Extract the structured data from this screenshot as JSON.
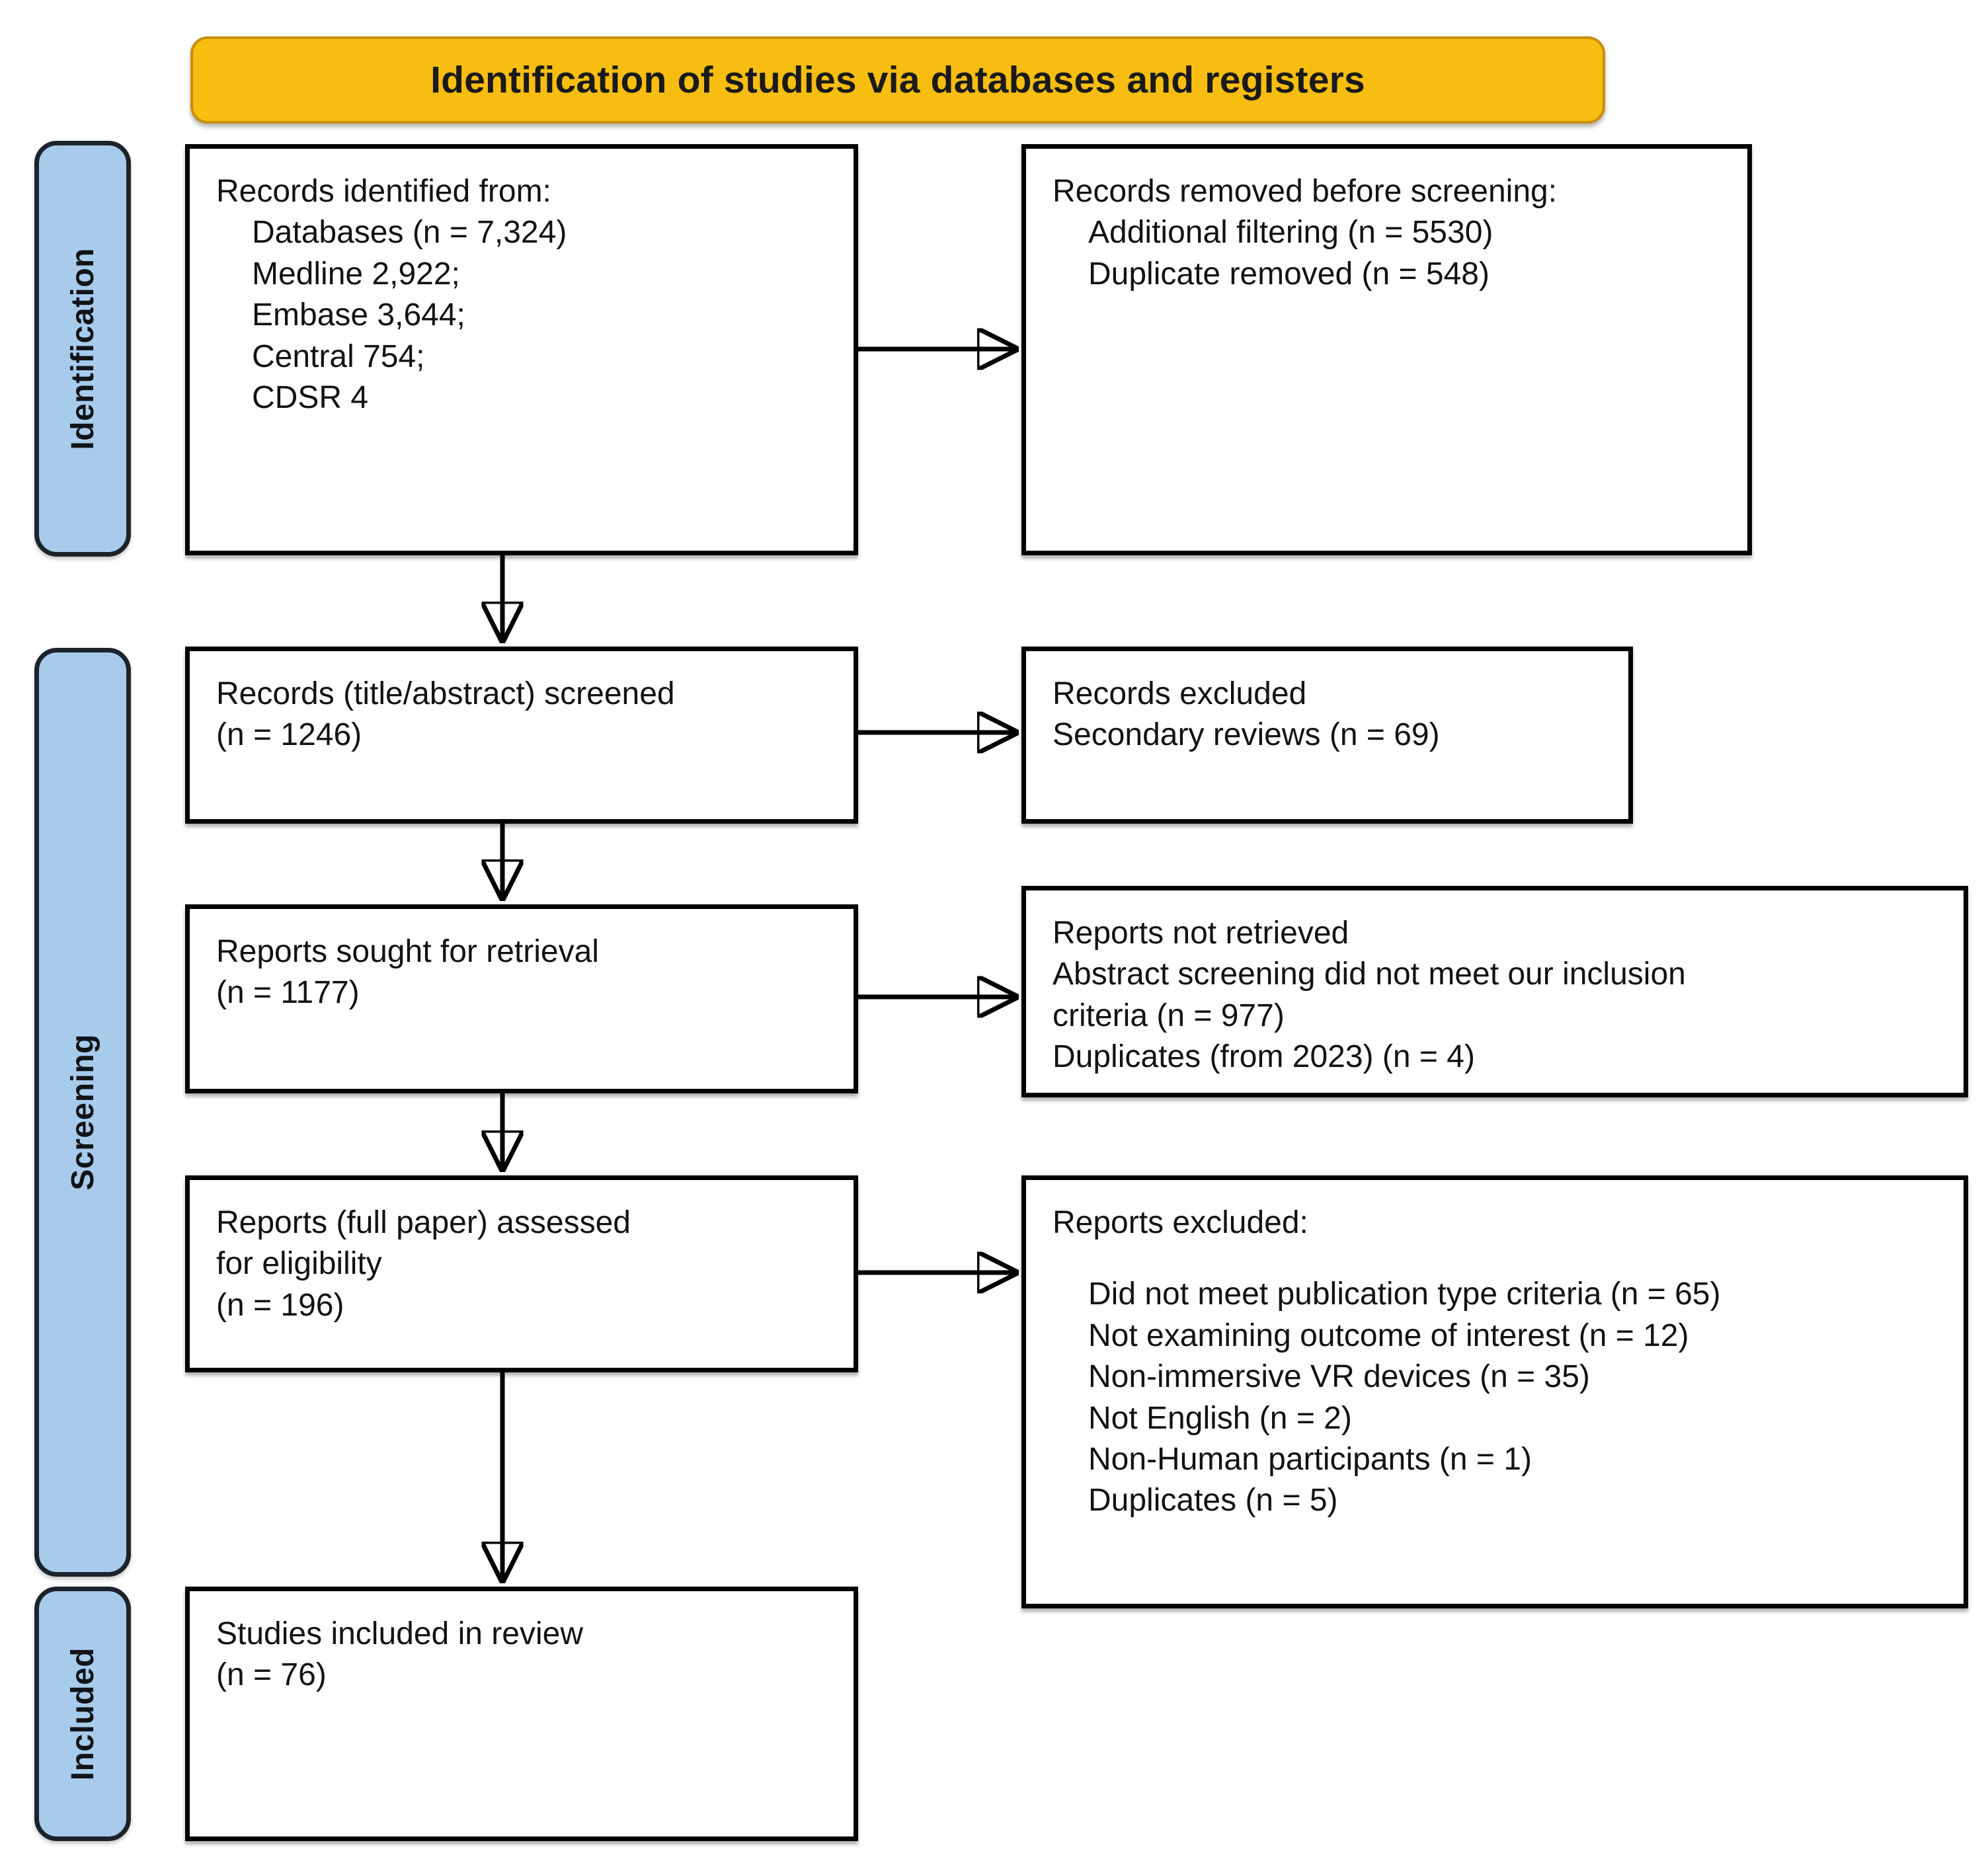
{
  "header": {
    "title": "Identification of studies via databases and registers",
    "color": "#F7BD10"
  },
  "stages": [
    {
      "id": "identification",
      "label": "Identification",
      "color": "#A8CBEC"
    },
    {
      "id": "screening",
      "label": "Screening",
      "color": "#A8CBEC"
    },
    {
      "id": "included",
      "label": "Included",
      "color": "#A8CBEC"
    }
  ],
  "boxes": {
    "records_identified": {
      "heading": "Records identified from:",
      "lines": [
        "Databases (n = 7,324)",
        "Medline 2,922;",
        "Embase 3,644;",
        "Central 754;",
        "CDSR 4"
      ]
    },
    "records_removed": {
      "heading_plain": "Records removed ",
      "heading_italic": "before screening",
      "heading_suffix": ":",
      "lines": [
        "Additional filtering (n = 5530)",
        "Duplicate removed (n = 548)"
      ]
    },
    "records_screened": {
      "line1": "Records (title/abstract) screened",
      "line2": "(n = 1246)"
    },
    "records_excluded": {
      "line1": "Records excluded",
      "line2": "Secondary reviews (n = 69)"
    },
    "reports_sought": {
      "line1": "Reports sought for retrieval",
      "line2": "(n = 1177)"
    },
    "reports_not_retrieved": {
      "line1": "Reports not retrieved",
      "line2": "Abstract screening did not meet our inclusion",
      "line3": "criteria (n = 977)",
      "line4": "Duplicates (from 2023) (n = 4)"
    },
    "reports_assessed": {
      "line1": "Reports (full paper) assessed",
      "line2": "for eligibility",
      "line3": "(n = 196)"
    },
    "reports_excluded": {
      "heading": "Reports excluded:",
      "lines": [
        "Did not meet publication type criteria (n = 65)",
        "Not examining outcome of interest (n = 12)",
        "Non-immersive VR devices (n = 35)",
        "Not English (n = 2)",
        "Non-Human participants (n = 1)",
        "Duplicates (n = 5)"
      ]
    },
    "studies_included": {
      "line1": "Studies included in review",
      "line2": "(n = 76)"
    }
  }
}
